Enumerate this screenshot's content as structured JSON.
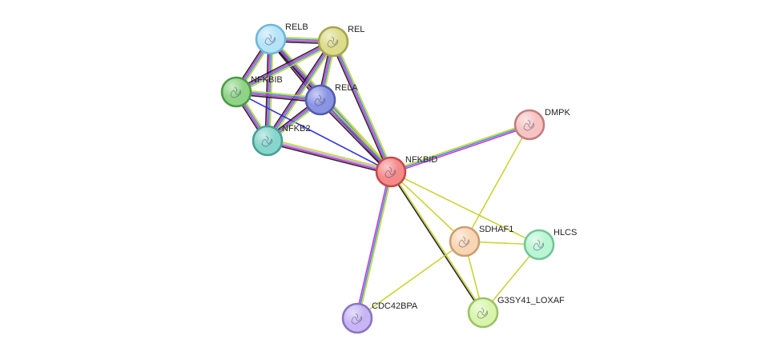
{
  "nodes": [
    {
      "id": "RELB",
      "label": "RELB",
      "fill": "#b5e3f7",
      "stroke": "#6fb6d8"
    },
    {
      "id": "REL",
      "label": "REL",
      "fill": "#dcdc8a",
      "stroke": "#a4a450"
    },
    {
      "id": "NFKBIB",
      "label": "NFKBIB",
      "fill": "#8fd486",
      "stroke": "#4c9a44"
    },
    {
      "id": "RELA",
      "label": "RELA",
      "fill": "#8a94e3",
      "stroke": "#525caa"
    },
    {
      "id": "NFKB2",
      "label": "NFKB2",
      "fill": "#86d6cc",
      "stroke": "#46a094"
    },
    {
      "id": "NFKBID",
      "label": "NFKBID",
      "fill": "#f48a8a",
      "stroke": "#c24b4b"
    },
    {
      "id": "DMPK",
      "label": "DMPK",
      "fill": "#f7c4c4",
      "stroke": "#c07e7e"
    },
    {
      "id": "SDHAF1",
      "label": "SDHAF1",
      "fill": "#f8d6b4",
      "stroke": "#c99f74"
    },
    {
      "id": "HLCS",
      "label": "HLCS",
      "fill": "#baf5d4",
      "stroke": "#74c49a"
    },
    {
      "id": "G3SY41_LOXAF",
      "label": "G3SY41_LOXAF",
      "fill": "#d9f5ac",
      "stroke": "#9cc266"
    },
    {
      "id": "CDC42BPA",
      "label": "CDC42BPA",
      "fill": "#c7b6f3",
      "stroke": "#8a74c4"
    }
  ],
  "edges": [
    {
      "from": "RELB",
      "to": "REL",
      "colors": [
        "#c8d22c",
        "#2f8fd3",
        "#cc2ad2",
        "#1c1c1c"
      ]
    },
    {
      "from": "RELB",
      "to": "NFKBIB",
      "colors": [
        "#c8d22c",
        "#2f8fd3",
        "#cc2ad2",
        "#1c1c1c"
      ]
    },
    {
      "from": "RELB",
      "to": "RELA",
      "colors": [
        "#c8d22c",
        "#2f8fd3",
        "#cc2ad2",
        "#1c1c1c"
      ]
    },
    {
      "from": "RELB",
      "to": "NFKB2",
      "colors": [
        "#c8d22c",
        "#2f8fd3",
        "#cc2ad2",
        "#1c1c1c"
      ]
    },
    {
      "from": "RELB",
      "to": "NFKBID",
      "colors": [
        "#c8d22c",
        "#2f8fd3",
        "#cc2ad2",
        "#1c1c1c"
      ]
    },
    {
      "from": "REL",
      "to": "NFKBIB",
      "colors": [
        "#c8d22c",
        "#2f8fd3",
        "#cc2ad2",
        "#1c1c1c"
      ]
    },
    {
      "from": "REL",
      "to": "RELA",
      "colors": [
        "#c8d22c",
        "#2f8fd3",
        "#cc2ad2",
        "#1c1c1c"
      ]
    },
    {
      "from": "REL",
      "to": "NFKB2",
      "colors": [
        "#c8d22c",
        "#2f8fd3",
        "#cc2ad2",
        "#1c1c1c"
      ]
    },
    {
      "from": "REL",
      "to": "NFKBID",
      "colors": [
        "#c8d22c",
        "#2f8fd3",
        "#cc2ad2",
        "#1c1c1c"
      ]
    },
    {
      "from": "NFKBIB",
      "to": "RELA",
      "colors": [
        "#c8d22c",
        "#2f8fd3",
        "#cc2ad2",
        "#1c1c1c"
      ]
    },
    {
      "from": "NFKBIB",
      "to": "NFKB2",
      "colors": [
        "#c8d22c",
        "#2f8fd3",
        "#cc2ad2",
        "#1c1c1c"
      ]
    },
    {
      "from": "NFKBIB",
      "to": "NFKBID",
      "colors": [
        "#2b2fd6"
      ]
    },
    {
      "from": "RELA",
      "to": "NFKB2",
      "colors": [
        "#c8d22c",
        "#2f8fd3",
        "#cc2ad2",
        "#1c1c1c"
      ]
    },
    {
      "from": "RELA",
      "to": "NFKBID",
      "colors": [
        "#c8d22c",
        "#2f8fd3",
        "#cc2ad2",
        "#1c1c1c"
      ]
    },
    {
      "from": "NFKB2",
      "to": "NFKBID",
      "colors": [
        "#c8d22c",
        "#a8a8e8",
        "#cc2ad2",
        "#1c1c1c"
      ]
    },
    {
      "from": "NFKBID",
      "to": "DMPK",
      "colors": [
        "#c8d22c",
        "#2f8fd3",
        "#cc2ad2"
      ]
    },
    {
      "from": "NFKBID",
      "to": "CDC42BPA",
      "colors": [
        "#c8d22c",
        "#2f8fd3",
        "#cc2ad2"
      ]
    },
    {
      "from": "NFKBID",
      "to": "SDHAF1",
      "colors": [
        "#c8d22c"
      ]
    },
    {
      "from": "NFKBID",
      "to": "HLCS",
      "colors": [
        "#c8d22c"
      ]
    },
    {
      "from": "NFKBID",
      "to": "G3SY41_LOXAF",
      "colors": [
        "#c8d22c",
        "#1c1c1c"
      ]
    },
    {
      "from": "DMPK",
      "to": "SDHAF1",
      "colors": [
        "#c8d22c"
      ]
    },
    {
      "from": "SDHAF1",
      "to": "HLCS",
      "colors": [
        "#c8d22c"
      ]
    },
    {
      "from": "SDHAF1",
      "to": "G3SY41_LOXAF",
      "colors": [
        "#c8d22c"
      ]
    },
    {
      "from": "SDHAF1",
      "to": "CDC42BPA",
      "colors": [
        "#c8d22c"
      ]
    },
    {
      "from": "HLCS",
      "to": "G3SY41_LOXAF",
      "colors": [
        "#c8d22c"
      ]
    }
  ]
}
